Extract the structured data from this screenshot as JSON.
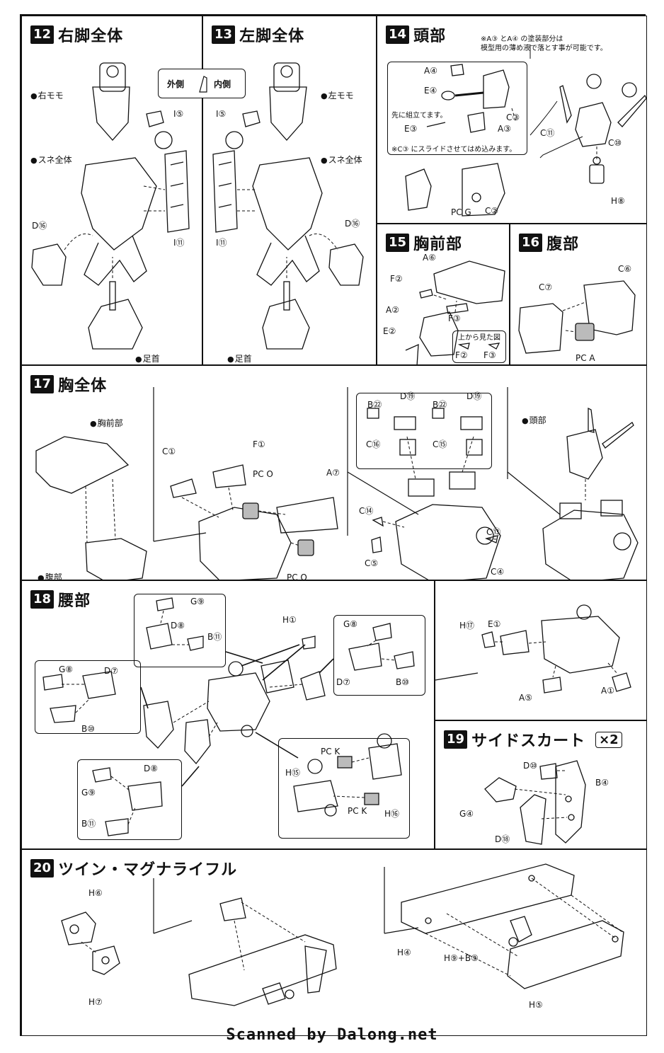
{
  "steps": {
    "s12": {
      "num": "12",
      "title": "右脚全体",
      "labels": {
        "momo": "右モモ",
        "sune": "スネ全体",
        "d16": "D⑯",
        "i5": "I⑤",
        "i11": "I⑪",
        "ashikubi": "足首"
      },
      "side": {
        "outer": "外側",
        "inner": "内側"
      }
    },
    "s13": {
      "num": "13",
      "title": "左脚全体",
      "labels": {
        "momo": "左モモ",
        "sune": "スネ全体",
        "d16": "D⑯",
        "i5": "I⑤",
        "i11": "I⑪",
        "ashikubi": "足首"
      }
    },
    "s14": {
      "num": "14",
      "title": "頭部",
      "note": "※A③ とA④ の塗装部分は\n模型用の薄め液で落とす事が可能です。",
      "labels": {
        "a4": "A④",
        "e4": "E④",
        "c3": "C③",
        "e3": "E③",
        "a3": "A③",
        "pre": "先に組立てます。",
        "slide": "※C③ にスライドさせてはめ込みます。",
        "pcg": "PC G",
        "c2": "C②",
        "c11": "C⑪",
        "c10": "C⑩",
        "h8": "H⑧"
      }
    },
    "s15": {
      "num": "15",
      "title": "胸前部",
      "labels": {
        "a6": "A⑥",
        "f2": "F②",
        "a2": "A②",
        "f3": "F③",
        "e2": "E②",
        "top": "上から見た図",
        "f2b": "F②",
        "f3b": "F③"
      }
    },
    "s16": {
      "num": "16",
      "title": "腹部",
      "labels": {
        "c7": "C⑦",
        "c6": "C⑥",
        "pca": "PC A"
      }
    },
    "s17": {
      "num": "17",
      "title": "胸全体",
      "labels": {
        "munamae": "胸前部",
        "fukubu": "腹部",
        "c1": "C①",
        "f1": "F①",
        "pco": "PC O",
        "a7": "A⑦",
        "pco2": "PC O",
        "b22a": "B㉒",
        "d19a": "D⑲",
        "b22b": "B㉒",
        "d19b": "D⑲",
        "c16": "C⑯",
        "c15": "C⑮",
        "c14": "C⑭",
        "c13": "C⑬",
        "c5": "C⑤",
        "c4": "C④",
        "toubu": "頭部"
      }
    },
    "s18": {
      "num": "18",
      "title": "腰部",
      "labels": {
        "g9": "G⑨",
        "d8": "D⑧",
        "b11": "B⑪",
        "h1": "H①",
        "g8": "G⑧",
        "d7": "D⑦",
        "b10": "B⑩",
        "g8b": "G⑧",
        "d7b": "D⑦",
        "b10b": "B⑩",
        "d8b": "D⑧",
        "g9b": "G⑨",
        "b11b": "B⑪",
        "pck": "PC K",
        "h15": "H⑮",
        "pck2": "PC K",
        "h16": "H⑯",
        "h17": "H⑰",
        "e1": "E①",
        "a5": "A⑤",
        "a1": "A①"
      }
    },
    "s19": {
      "num": "19",
      "title": "サイドスカート",
      "qty": "×2",
      "labels": {
        "d10": "D⑩",
        "b4": "B④",
        "g4": "G④",
        "d18": "D⑱"
      }
    },
    "s20": {
      "num": "20",
      "title": "ツイン・マグナライフル",
      "labels": {
        "h6": "H⑥",
        "h7": "H⑦",
        "h4": "H④",
        "h9b9": "H⑨+B⑨",
        "h5": "H⑤"
      }
    }
  },
  "footer": "Scanned by Dalong.net"
}
